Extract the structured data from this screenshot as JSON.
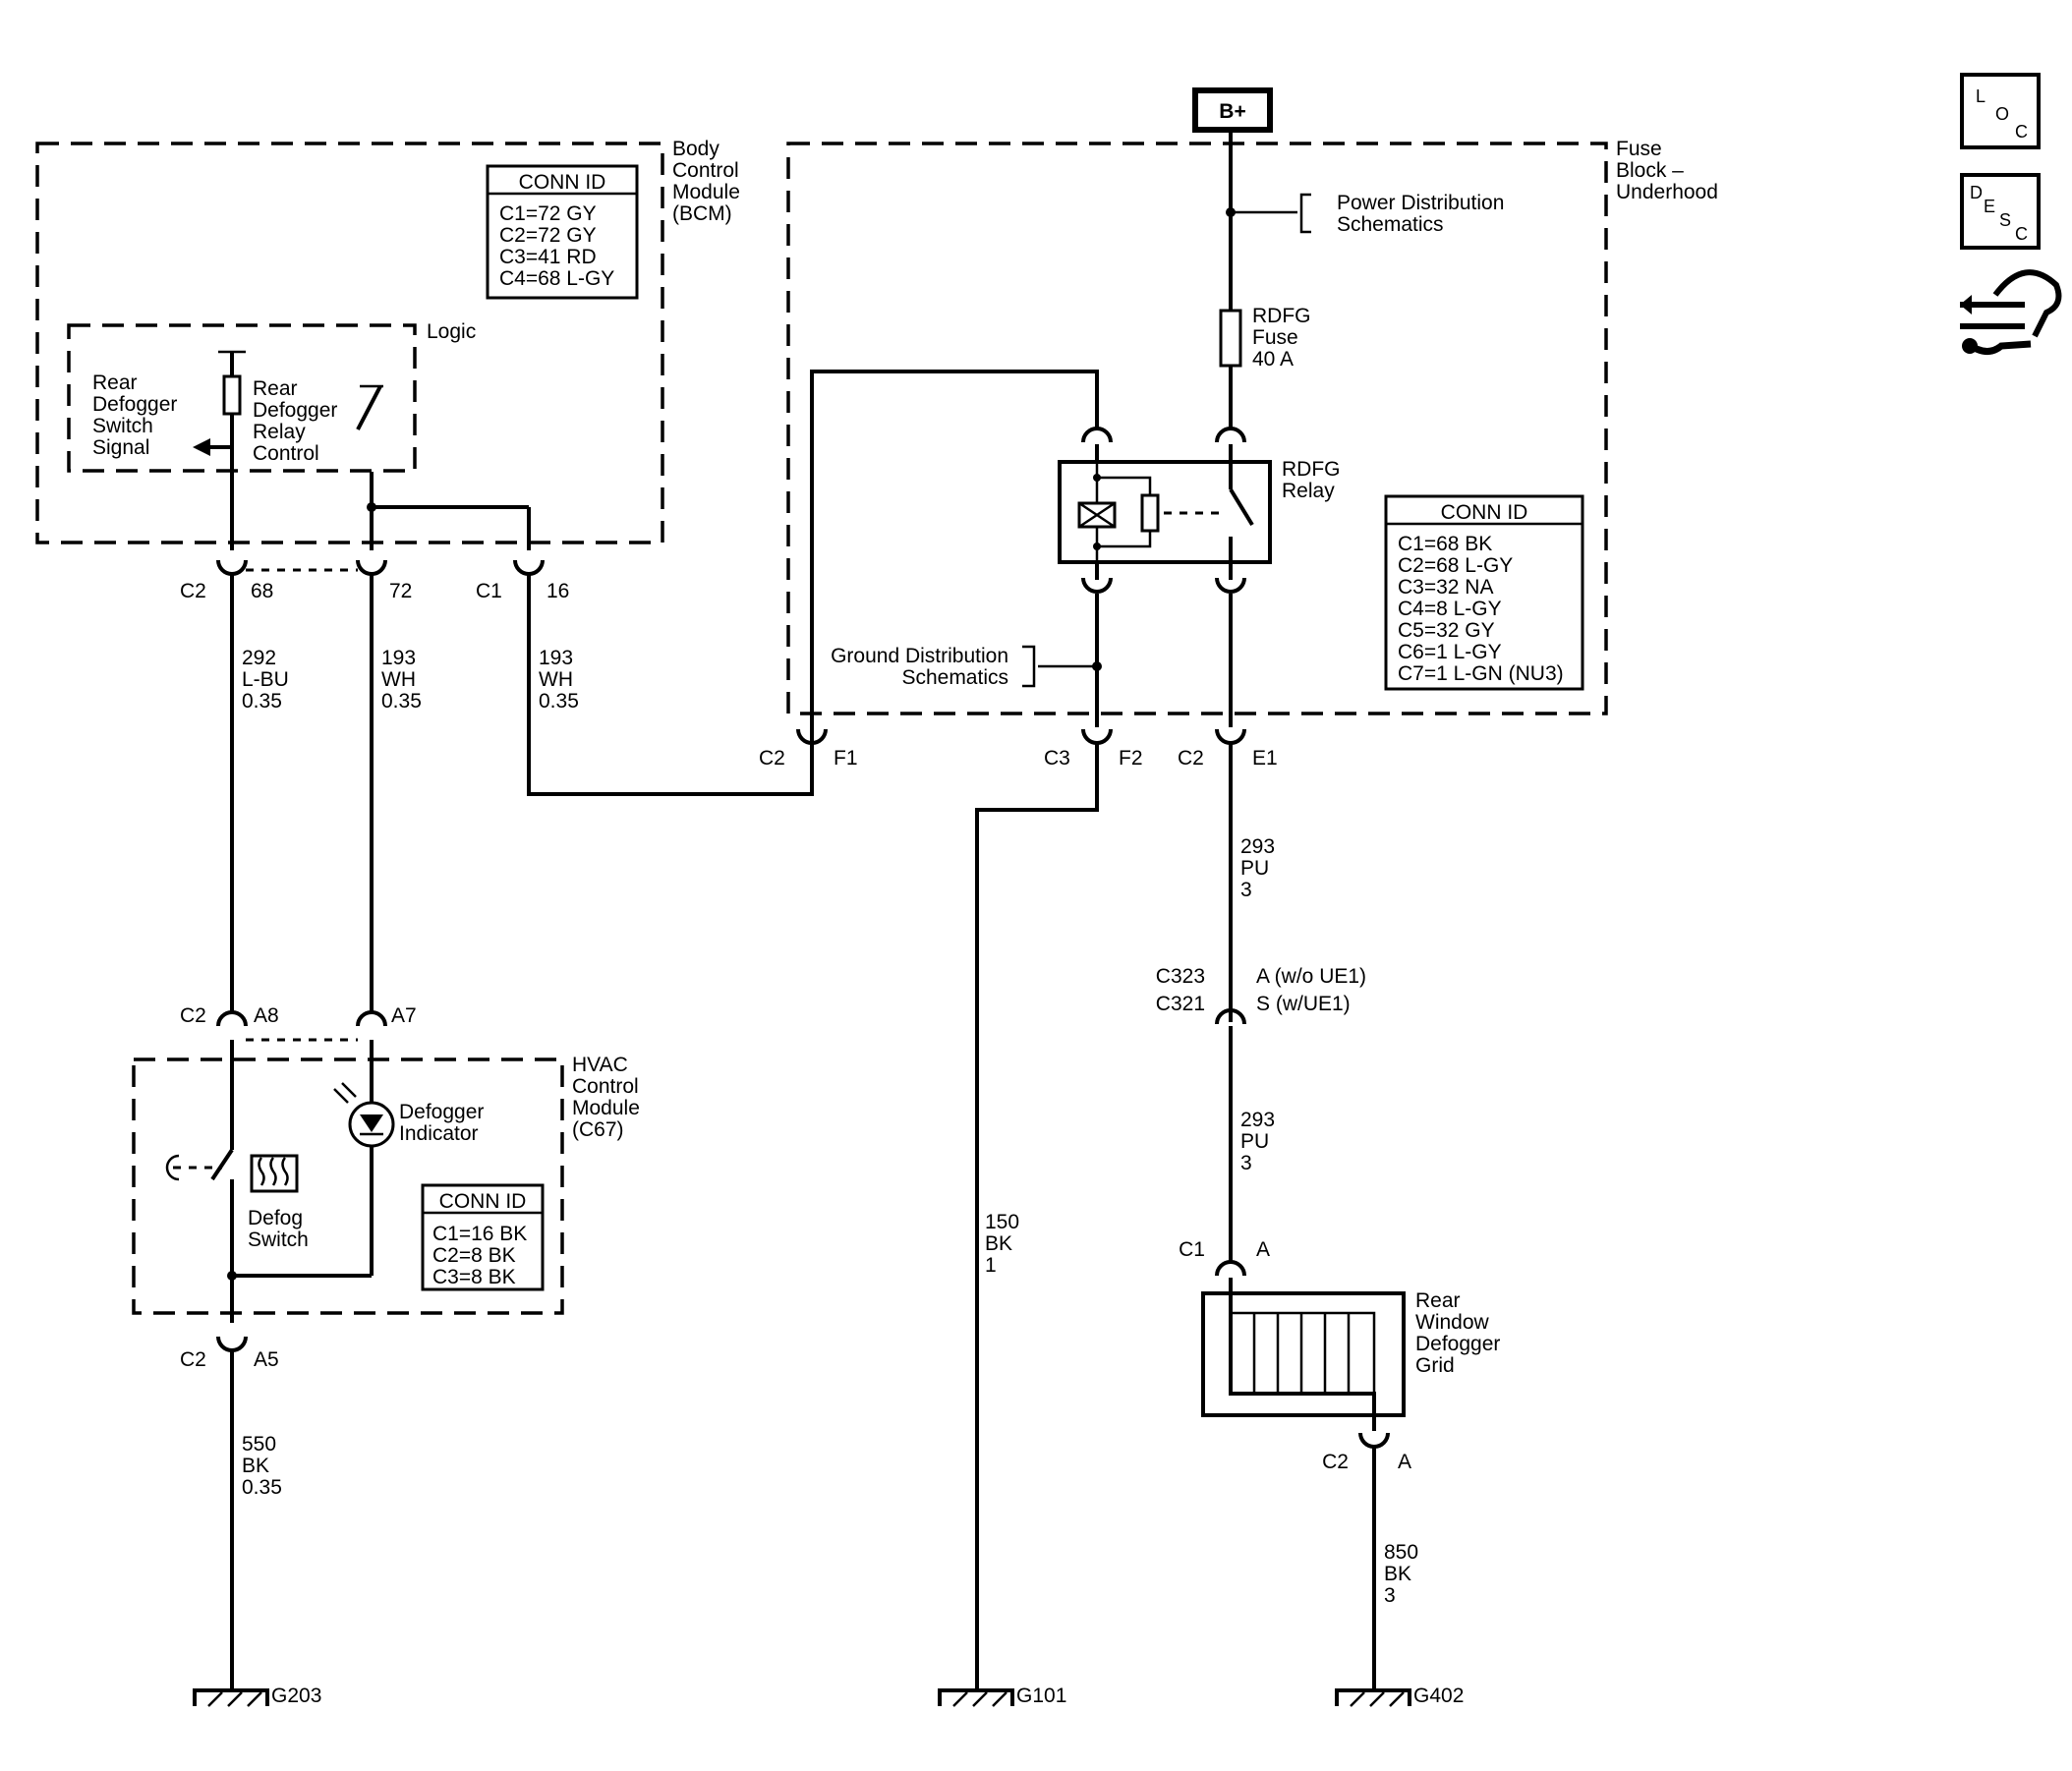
{
  "power": {
    "bplus": "B+"
  },
  "bcm": {
    "title": [
      "Body",
      "Control",
      "Module",
      "(BCM)"
    ],
    "conn_title": "CONN ID",
    "conn": [
      "C1=72 GY",
      "C2=72 GY",
      "C3=41 RD",
      "C4=68 L-GY"
    ],
    "logic": "Logic",
    "switch_signal": [
      "Rear",
      "Defogger",
      "Switch",
      "Signal"
    ],
    "relay_control": [
      "Rear",
      "Defogger",
      "Relay",
      "Control"
    ],
    "pins": {
      "c2": "C2",
      "p68": "68",
      "p72": "72",
      "c1": "C1",
      "p16": "16"
    }
  },
  "fuse_block": {
    "title": [
      "Fuse",
      "Block –",
      "Underhood"
    ],
    "power_dist": [
      "Power Distribution",
      "Schematics"
    ],
    "fuse": [
      "RDFG",
      "Fuse",
      "40 A"
    ],
    "relay": [
      "RDFG",
      "Relay"
    ],
    "ground_dist": [
      "Ground Distribution",
      "Schematics"
    ],
    "conn_title": "CONN ID",
    "conn": [
      "C1=68 BK",
      "C2=68 L-GY",
      "C3=32 NA",
      "C4=8 L-GY",
      "C5=32 GY",
      "C6=1 L-GY",
      "C7=1 L-GN (NU3)"
    ],
    "pins": {
      "c2a": "C2",
      "f1": "F1",
      "c3": "C3",
      "f2": "F2",
      "c2b": "C2",
      "e1": "E1"
    }
  },
  "wires": {
    "w292": [
      "292",
      "L-BU",
      "0.35"
    ],
    "w193a": [
      "193",
      "WH",
      "0.35"
    ],
    "w193b": [
      "193",
      "WH",
      "0.35"
    ],
    "w293a": [
      "293",
      "PU",
      "3"
    ],
    "w293b": [
      "293",
      "PU",
      "3"
    ],
    "w150": [
      "150",
      "BK",
      "1"
    ],
    "w550": [
      "550",
      "BK",
      "0.35"
    ],
    "w850": [
      "850",
      "BK",
      "3"
    ]
  },
  "inline": {
    "c323": "C323",
    "c321": "C321",
    "a_wo": "A (w/o UE1)",
    "s_w": "S (w/UE1)"
  },
  "hvac": {
    "title": [
      "HVAC",
      "Control",
      "Module",
      "(C67)"
    ],
    "indicator": [
      "Defogger",
      "Indicator"
    ],
    "switch": [
      "Defog",
      "Switch"
    ],
    "conn_title": "CONN ID",
    "conn": [
      "C1=16 BK",
      "C2=8 BK",
      "C3=8 BK"
    ],
    "pins": {
      "c2top": "C2",
      "a8": "A8",
      "a7": "A7",
      "c2bot": "C2",
      "a5": "A5"
    }
  },
  "grid": {
    "label": [
      "Rear",
      "Window",
      "Defogger",
      "Grid"
    ],
    "c1": "C1",
    "a1": "A",
    "c2": "C2",
    "a2": "A"
  },
  "grounds": {
    "g203": "G203",
    "g101": "G101",
    "g402": "G402"
  },
  "side_icons": [
    "loc-icon",
    "desc-icon",
    "connector-wrench-icon"
  ]
}
